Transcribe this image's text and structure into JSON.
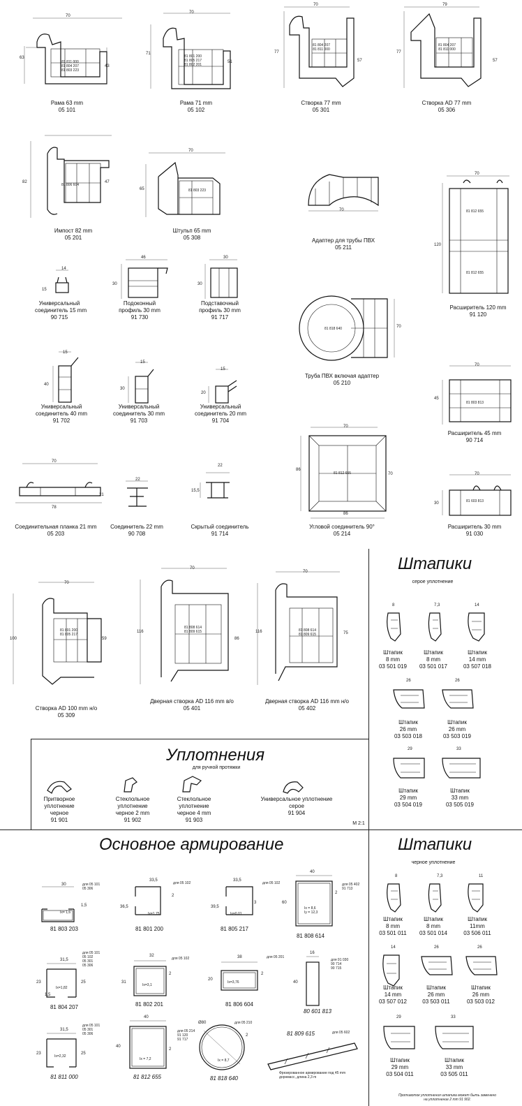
{
  "profiles": [
    {
      "name": "Рама 63 mm",
      "code": "05 101",
      "dims": [
        "70",
        "63",
        "43"
      ],
      "codes": [
        "81 811 000",
        "81 804 207",
        "81 803 223"
      ]
    },
    {
      "name": "Рама 71 mm",
      "code": "05 102",
      "dims": [
        "70",
        "71",
        "51"
      ],
      "codes": [
        "81 801 200",
        "81 805 217",
        "81 802 201"
      ]
    },
    {
      "name": "Створка 77 mm",
      "code": "05 301",
      "dims": [
        "70",
        "77",
        "57"
      ],
      "codes": [
        "81 804 207",
        "81 811 000"
      ]
    },
    {
      "name": "Створка AD 77 mm",
      "code": "05 306",
      "dims": [
        "79",
        "77",
        "57"
      ],
      "codes": [
        "81 804 207",
        "81 811 000"
      ]
    },
    {
      "name": "Импост 82 mm",
      "code": "05 201",
      "dims": [
        "82",
        "47"
      ],
      "codes": [
        "81 806 604"
      ]
    },
    {
      "name": "Штульп 65 mm",
      "code": "05 308",
      "dims": [
        "70",
        "65"
      ],
      "codes": [
        "81 803 223"
      ]
    },
    {
      "name": "Адаптер для трубы ПВХ",
      "code": "05 211",
      "dims": [
        "70"
      ],
      "codes": []
    },
    {
      "name": "Расширитель 120 mm",
      "code": "91 120",
      "dims": [
        "70",
        "120"
      ],
      "codes": [
        "81 812 655",
        "81 812 655"
      ]
    },
    {
      "name": "Универсальный соединитель 15 mm",
      "lines": [
        "Универсальный",
        "соединитель 15 mm"
      ],
      "code": "90 715",
      "dims": [
        "14",
        "15"
      ]
    },
    {
      "name": "Подоконный профиль 30 mm",
      "lines": [
        "Подоконный",
        "профиль 30 mm"
      ],
      "code": "91 730",
      "dims": [
        "46",
        "30"
      ]
    },
    {
      "name": "Подставочный профиль 30 mm",
      "lines": [
        "Подставочный",
        "профиль 30 mm"
      ],
      "code": "91 717",
      "dims": [
        "30",
        "30"
      ]
    },
    {
      "name": "Труба ПВХ включая адаптер",
      "code": "05 210",
      "dims": [
        "70"
      ],
      "codes": [
        "81 818 640"
      ]
    },
    {
      "name": "Универсальный соединитель 40 mm",
      "lines": [
        "Универсальный",
        "соединитель 40 mm"
      ],
      "code": "91 702",
      "dims": [
        "15",
        "40"
      ]
    },
    {
      "name": "Универсальный соединитель 30 mm",
      "lines": [
        "Универсальный",
        "соединитель 30 mm"
      ],
      "code": "91 703",
      "dims": [
        "15",
        "30"
      ]
    },
    {
      "name": "Универсальный соединитель 20 mm",
      "lines": [
        "Универсальный",
        "соединитель 20 mm"
      ],
      "code": "91 704",
      "dims": [
        "15",
        "20"
      ]
    },
    {
      "name": "Расширитель 45 mm",
      "code": "90 714",
      "dims": [
        "70",
        "45"
      ],
      "codes": [
        "81 803 813"
      ]
    },
    {
      "name": "Соединительная планка 21 mm",
      "code": "05 203",
      "dims": [
        "70",
        "21",
        "78"
      ]
    },
    {
      "name": "Соединитель 22 mm",
      "code": "90 708",
      "dims": [
        "22"
      ]
    },
    {
      "name": "Скрытый соединитель",
      "code": "91 714",
      "dims": [
        "22",
        "15,5"
      ]
    },
    {
      "name": "Угловой соединитель 90°",
      "code": "05 214",
      "dims": [
        "70",
        "86",
        "70",
        "86"
      ],
      "codes": [
        "81 812 655"
      ]
    },
    {
      "name": "Расширитель 30 mm",
      "code": "91 030",
      "dims": [
        "70",
        "30"
      ],
      "codes": [
        "81 603 813"
      ]
    },
    {
      "name": "Створка AD 100 mm н/о",
      "code": "05 309",
      "dims": [
        "70",
        "100",
        "59"
      ],
      "codes": [
        "81 801 200",
        "81 805 217"
      ]
    },
    {
      "name": "Дверная створка AD 116 mm в/о",
      "code": "05 401",
      "dims": [
        "70",
        "116",
        "86"
      ],
      "codes": [
        "81 808 614",
        "81 809 615"
      ]
    },
    {
      "name": "Дверная створка AD 116 mm н/о",
      "code": "05 402",
      "dims": [
        "70",
        "116",
        "75"
      ],
      "codes": [
        "81 808 614",
        "81 809 615"
      ]
    }
  ],
  "shtapiki_grey": {
    "title": "Штапики",
    "subtitle": "серое уплотнение",
    "items": [
      {
        "name": "Штапик",
        "size": "8 mm",
        "code": "03 501 019",
        "dim": "8"
      },
      {
        "name": "Штапик",
        "size": "8 mm",
        "code": "03 501 017",
        "dim": "7,3"
      },
      {
        "name": "Штапик",
        "size": "14 mm",
        "code": "03 507 018",
        "dim": "14"
      },
      {
        "name": "Штапик",
        "size": "26 mm",
        "code": "03 503 018",
        "dim": "26"
      },
      {
        "name": "Штапик",
        "size": "26 mm",
        "code": "03 503 019",
        "dim": "26"
      },
      {
        "name": "Штапик",
        "size": "29 mm",
        "code": "03 504 019",
        "dim": "29"
      },
      {
        "name": "Штапик",
        "size": "33 mm",
        "code": "03 505 019",
        "dim": "33"
      }
    ]
  },
  "seals": {
    "title": "Уплотнения",
    "subtitle": "для ручной протяжки",
    "scale": "M 2:1",
    "items": [
      {
        "lines": [
          "Притворное",
          "уплотнение",
          "черное"
        ],
        "code": "91 901"
      },
      {
        "lines": [
          "Стеклольное",
          "уплотнение",
          "черное 2 mm"
        ],
        "code": "91 902"
      },
      {
        "lines": [
          "Стеклольное",
          "уплотнение",
          "черное 4 mm"
        ],
        "code": "91 903"
      },
      {
        "lines": [
          "Универсальное уплотнение",
          "серое"
        ],
        "code": "91 904"
      }
    ]
  },
  "reinforcement": {
    "title": "Основное армирование",
    "items": [
      {
        "code": "81 803 203",
        "for": "для 05 101\n05 306",
        "dims": [
          "30",
          "1,5"
        ],
        "ix": "Ix= 1,6"
      },
      {
        "code": "81 801 200",
        "for": "для 05 102",
        "dims": [
          "33,5",
          "36,5",
          "2"
        ],
        "ix": "Ix=1,75"
      },
      {
        "code": "81 805 217",
        "for": "для 05 102",
        "dims": [
          "33,5",
          "39,5",
          "3"
        ],
        "ix": "Ix=0,01"
      },
      {
        "code": "81 808 614",
        "for": "для 05 402\n91 713",
        "dims": [
          "40",
          "60",
          "2"
        ],
        "ix": "Ix = 8,6\nIy = 12,3"
      },
      {
        "code": "81 804 207",
        "for": "для 05 101\n05 102\n05 301\n05 306",
        "dims": [
          "31,5",
          "23",
          "25",
          "1,5"
        ],
        "ix": "Ix=1,82"
      },
      {
        "code": "81 802 201",
        "for": "для 05 102",
        "dims": [
          "32",
          "31",
          "2"
        ],
        "ix": "Ix=3,1"
      },
      {
        "code": "81 806 604",
        "for": "для 05 201",
        "dims": [
          "38",
          "20",
          "2"
        ],
        "ix": "Ix=3,76"
      },
      {
        "code": "80 601 813",
        "for": "для 91 030\n90 714\n90 715",
        "dims": [
          "16",
          "40"
        ],
        "ix": ""
      },
      {
        "code": "81 811 000",
        "for": "для 05 101\n05 301\n05 306",
        "dims": [
          "31,5",
          "23",
          "25"
        ],
        "ix": "Ix=2,32"
      },
      {
        "code": "81 812 655",
        "for": "для 05 214\n91 120\n91 717",
        "dims": [
          "40",
          "40",
          "2"
        ],
        "ix": "Ix = 7,2"
      },
      {
        "code": "81 818 640",
        "for": "для 05 210",
        "dims": [
          "Ø80",
          "2"
        ],
        "ix": "Ix = 8,7"
      },
      {
        "code": "81 809 615",
        "for": "для 05 602",
        "note": "Фрезерованное армирование под 45 mm\nдорнмасс, длина 2,3 m",
        "ix": ""
      }
    ]
  },
  "shtapiki_black": {
    "title": "Штапики",
    "subtitle": "черное уплотнение",
    "footnote": "Противоток уплотнения штапика может быть заменено\nна уплотнение 2 mm 91 902.",
    "items": [
      {
        "name": "Штапик",
        "size": "8 mm",
        "code": "03 501 011",
        "dim": "8"
      },
      {
        "name": "Штапик",
        "size": "8 mm",
        "code": "03 501 014",
        "dim": "7,3"
      },
      {
        "name": "Штапик",
        "size": "11mm",
        "code": "03 506 011",
        "dim": "11"
      },
      {
        "name": "Штапик",
        "size": "14 mm",
        "code": "03 507 012",
        "dim": "14"
      },
      {
        "name": "Штапик",
        "size": "26 mm",
        "code": "03 503 011",
        "dim": "26"
      },
      {
        "name": "Штапик",
        "size": "26 mm",
        "code": "03 503 012",
        "dim": "26"
      },
      {
        "name": "Штапик",
        "size": "29 mm",
        "code": "03 504 011",
        "dim": "29"
      },
      {
        "name": "Штапик",
        "size": "33 mm",
        "code": "03 505 011",
        "dim": "33"
      }
    ]
  }
}
